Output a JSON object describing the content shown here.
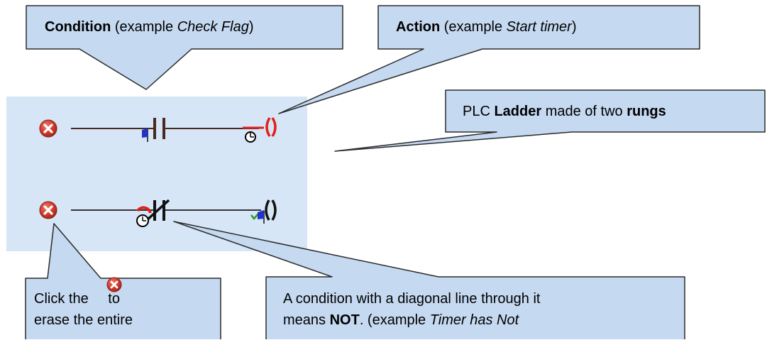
{
  "callouts": {
    "condition": {
      "bold": "Condition",
      "normal": " (example ",
      "italic": "Check Flag",
      "close": ")"
    },
    "action": {
      "bold": "Action",
      "normal": " (example ",
      "italic": "Start timer",
      "close": ")"
    },
    "ladder": {
      "prefix": "PLC ",
      "bold1": "Ladder",
      "middle": " made of two ",
      "bold2": "rungs"
    },
    "erase": {
      "line1_before": "Click the",
      "line1_after": " to",
      "line2": "erase the entire"
    },
    "not_condition": {
      "line1": "A condition with a diagonal line through it",
      "line2_before": "means ",
      "line2_bold": "NOT",
      "line2_mid": ". (example ",
      "line2_italic": "Timer has Not"
    }
  },
  "rungs": [
    {
      "contact": "normally-open",
      "contact_marker": "blue-flag",
      "coil_marker": "timer",
      "coil_color": "#e0201c",
      "delete_icon": "close-icon"
    },
    {
      "contact": "normally-closed",
      "contact_marker": "timer",
      "coil_marker": "check-and-blue-flag",
      "coil_color": "#000000",
      "delete_icon": "close-icon"
    }
  ],
  "colors": {
    "panel": "#d6e6f6",
    "callout_fill": "#c5d9f1",
    "callout_stroke": "#2b2b2b",
    "rung_line": "#4a2a20",
    "delete_red": "#d0392b"
  }
}
